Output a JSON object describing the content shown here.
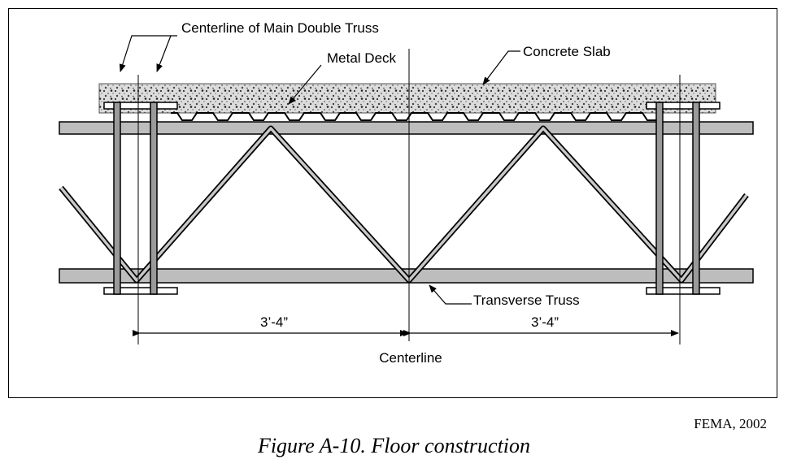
{
  "diagram": {
    "labels": {
      "centerline_main_truss": "Centerline of Main Double Truss",
      "metal_deck": "Metal Deck",
      "concrete_slab": "Concrete Slab",
      "transverse_truss": "Transverse Truss",
      "dim_left": "3’-4”",
      "dim_right": "3’-4”",
      "centerline": "Centerline"
    }
  },
  "source": "FEMA, 2002",
  "caption": "Figure A-10.  Floor construction"
}
